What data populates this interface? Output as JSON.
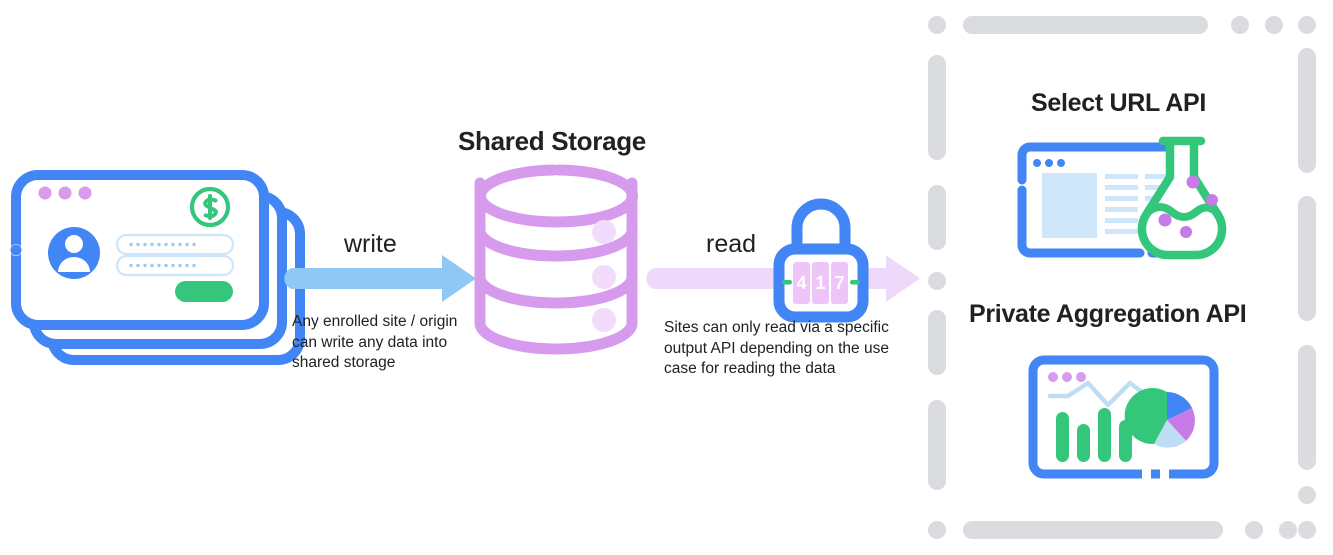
{
  "diagram": {
    "title_center": "Shared Storage",
    "flow": {
      "write": {
        "label": "write",
        "caption": "Any enrolled site / origin can write any data into shared storage",
        "arrow_color": "#8FC8F5",
        "direction": "left-to-right"
      },
      "read": {
        "label": "read",
        "caption": "Sites can only read via a specific output API depending on the use case for reading the data",
        "arrow_color": "#EFD9FB",
        "direction": "left-to-right",
        "gate_icon": "padlock-icon",
        "gate_combination": "417"
      }
    },
    "source": {
      "name": "stacked-site-cards",
      "card_count": 3,
      "dots": 3,
      "badge_icon": "dollar-circle-icon",
      "avatar_icon": "user-avatar-icon",
      "field_count": 2,
      "submit_button": "",
      "colors": {
        "border": "#4285F4",
        "dot": "#D99BEB",
        "badge": "#34C77B",
        "button": "#34C77B",
        "field": "#CFE6FA"
      }
    },
    "storage": {
      "name": "database-cylinder-icon",
      "bands": 3,
      "color": "#D79BEE",
      "dot_color": "#F2DCFB"
    },
    "outputs": {
      "panel_border_style": "dashed-rounded",
      "panel_border_color": "#DADCE0",
      "items": [
        {
          "title": "Select URL API",
          "icon": "browser-window-with-flask-icon",
          "flask_dots": 4,
          "colors": {
            "window": "#4285F4",
            "flask": "#34C77B",
            "dots": "#C77BE8",
            "content": "#CFE6FA"
          }
        },
        {
          "title": "Private Aggregation API",
          "icon": "browser-window-with-charts-icon",
          "bar_count": 4,
          "bar_values": [
            72,
            48,
            80,
            55
          ],
          "pie_slices": [
            {
              "label": "green",
              "color": "#34C77B",
              "percent": 55
            },
            {
              "label": "blue",
              "color": "#4285F4",
              "percent": 17
            },
            {
              "label": "purple",
              "color": "#C77BE8",
              "percent": 15
            },
            {
              "label": "light-blue",
              "color": "#BFDEF5",
              "percent": 13
            }
          ],
          "colors": {
            "window": "#4285F4",
            "bars": "#34C77B",
            "line": "#BFDEF5",
            "dots": "#D99BEB"
          }
        }
      ]
    }
  }
}
